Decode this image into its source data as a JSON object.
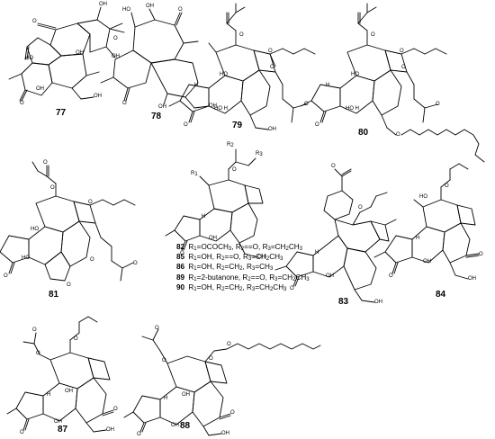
{
  "compounds": [
    {
      "number": "77"
    },
    {
      "number": "78"
    },
    {
      "number": "79"
    },
    {
      "number": "80"
    },
    {
      "number": "81"
    },
    {
      "number": "83"
    },
    {
      "number": "84"
    },
    {
      "number": "87"
    },
    {
      "number": "88"
    }
  ],
  "atoms": {
    "O": "O",
    "OH": "OH",
    "HO": "HO",
    "H": "H",
    "HO_H": "HO H",
    "R1": "R",
    "R2": "R",
    "R3": "R",
    "sub1": "1",
    "sub2": "2",
    "sub3": "3"
  },
  "legend": [
    {
      "number": "82",
      "r1": "OCOCH",
      "r1_sub": "3",
      "r2": "=O",
      "r3": "CH",
      "r3_sub": "2",
      "r3_tail": "CH",
      "r3_sub2": "3"
    },
    {
      "number": "85",
      "r1": "OH",
      "r2": "=O",
      "r3": "CH",
      "r3_sub": "2",
      "r3_tail": "CH",
      "r3_sub2": "3"
    },
    {
      "number": "86",
      "r1": "OH",
      "r2": "CH",
      "r2_sub": "2",
      "r3": "CH",
      "r3_sub": "3"
    },
    {
      "number": "89",
      "r1": "2-butanone",
      "r2": "=O",
      "r3": "CH",
      "r3_sub": "2",
      "r3_tail": "CH",
      "r3_sub2": "3"
    },
    {
      "number": "90",
      "r1": "OH",
      "r2": "CH",
      "r2_sub": "2",
      "r3": "CH",
      "r3_sub": "2",
      "r3_tail": "CH",
      "r3_sub2": "3"
    }
  ]
}
